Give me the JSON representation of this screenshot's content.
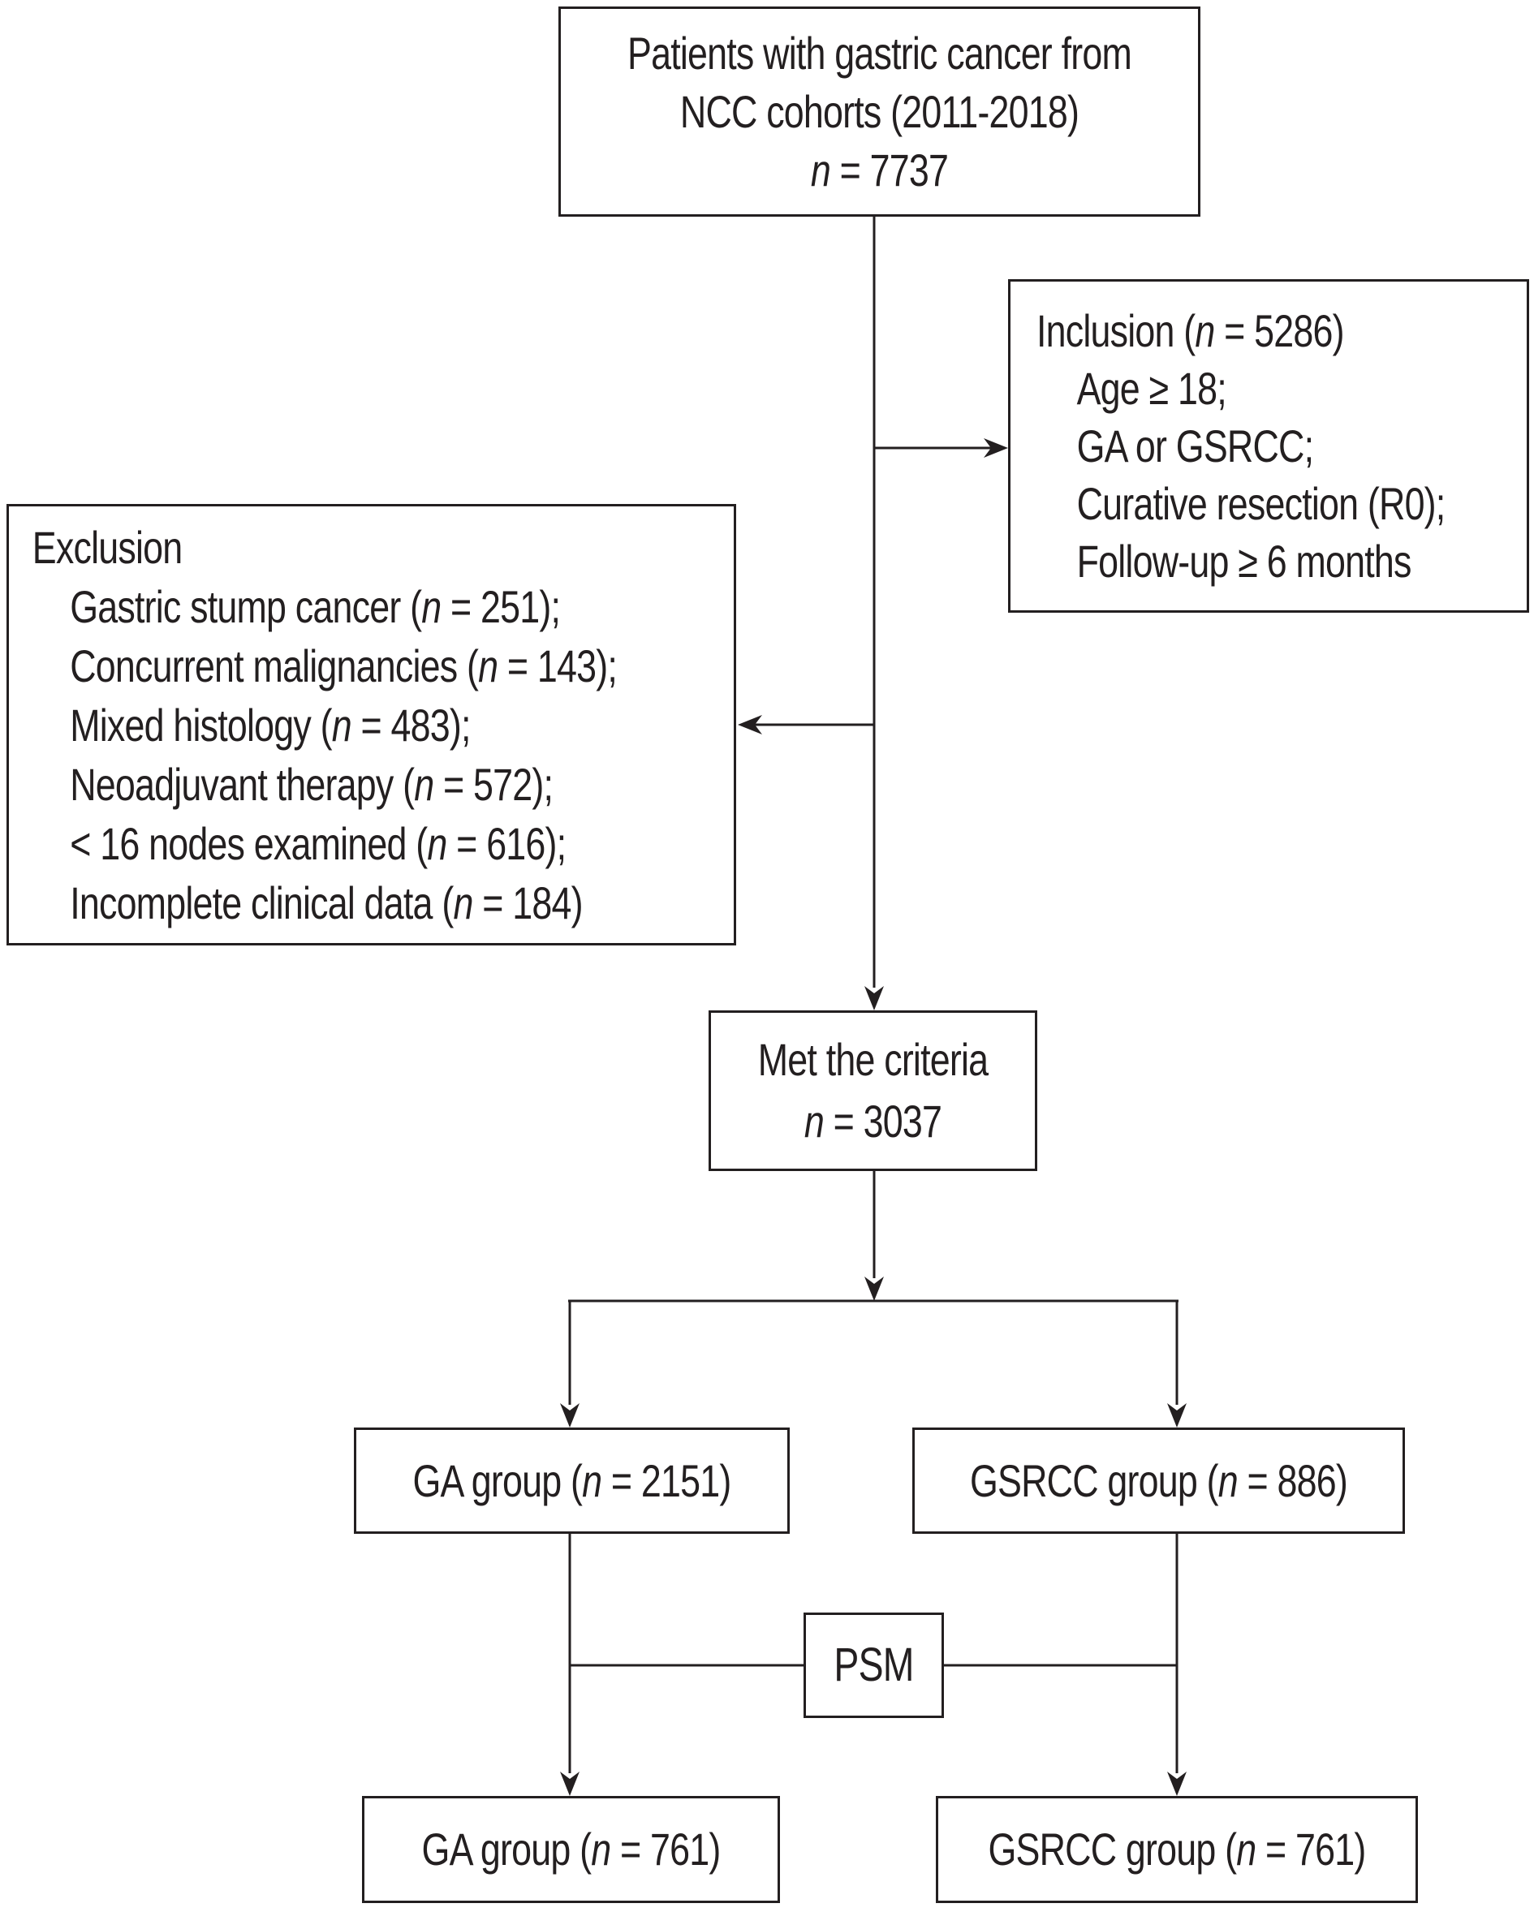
{
  "palette": {
    "ink": "#231f20",
    "background": "#ffffff"
  },
  "nodes": {
    "source": {
      "line1": "Patients with gastric cancer from",
      "line2": "NCC cohorts (2011-2018)",
      "count": {
        "pre": "",
        "n": "n",
        "post": " = 7737"
      }
    },
    "inclusion": {
      "title": {
        "pre": "Inclusion (",
        "n": "n",
        "post": " = 5286)"
      },
      "items": [
        "Age ≥ 18;",
        "GA or GSRCC;",
        "Curative resection (R0);",
        "Follow-up ≥ 6 months"
      ]
    },
    "exclusion": {
      "title": "Exclusion",
      "items": [
        {
          "pre": "Gastric stump cancer (",
          "n": "n",
          "post": " = 251);"
        },
        {
          "pre": "Concurrent malignancies (",
          "n": "n",
          "post": " = 143);"
        },
        {
          "pre": "Mixed histology (",
          "n": "n",
          "post": " = 483);"
        },
        {
          "pre": "Neoadjuvant therapy (",
          "n": "n",
          "post": " = 572);"
        },
        {
          "pre": "< 16 nodes examined (",
          "n": "n",
          "post": " = 616);"
        },
        {
          "pre": "Incomplete clinical data (",
          "n": "n",
          "post": " = 184)"
        }
      ]
    },
    "met": {
      "line": "Met the criteria",
      "count": {
        "pre": "",
        "n": "n",
        "post": " = 3037"
      }
    },
    "ga_pre_psm": {
      "pre": "GA group (",
      "n": "n",
      "post": " = 2151)"
    },
    "gsrcc_pre_psm": {
      "pre": "GSRCC group (",
      "n": "n",
      "post": " = 886)"
    },
    "psm": {
      "label": "PSM"
    },
    "ga_post_psm": {
      "pre": "GA group (",
      "n": "n",
      "post": " = 761)"
    },
    "gsrcc_post_psm": {
      "pre": "GSRCC group (",
      "n": "n",
      "post": " = 761)"
    }
  }
}
